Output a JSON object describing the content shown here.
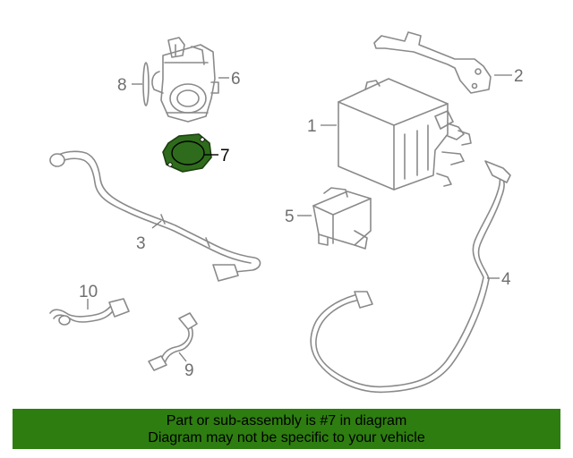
{
  "callouts": {
    "c1": "1",
    "c2": "2",
    "c3": "3",
    "c4": "4",
    "c5": "5",
    "c6": "6",
    "c7": "7",
    "c8": "8",
    "c9": "9",
    "c10": "10"
  },
  "highlight_part": "7",
  "colors": {
    "highlight_fill": "#2f6b1c",
    "banner_bg": "#2e7d10",
    "line_gray": "#8a8a8a"
  },
  "banner": {
    "line1": "Part or sub-assembly is #7 in diagram",
    "line2": "Diagram may not be specific to your vehicle"
  }
}
